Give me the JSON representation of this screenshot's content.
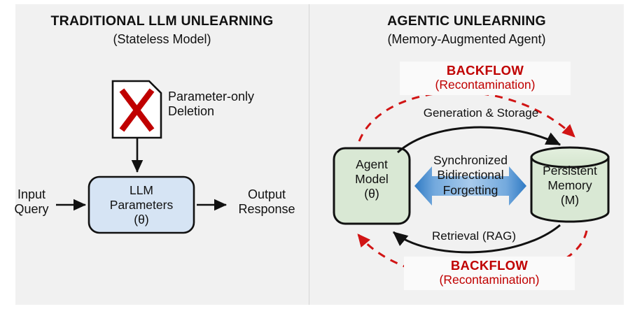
{
  "figure": {
    "background": "#ffffff",
    "panel_background": "#f1f1f1",
    "accent_red": "#c00000",
    "accent_blue": "#3f86d0",
    "node_blue_fill": "#d6e4f4",
    "node_green_fill": "#d9e8d4"
  },
  "left_panel": {
    "title": "TRADITIONAL LLM UNLEARNING",
    "subtitle": "(Stateless Model)",
    "deletion_icon_name": "red-x-document-icon",
    "deletion_label_line1": "Parameter-only",
    "deletion_label_line2": "Deletion",
    "input_line1": "Input",
    "input_line2": "Query",
    "model_line1": "LLM",
    "model_line2": "Parameters",
    "model_line3": "(θ)",
    "output_line1": "Output",
    "output_line2": "Response"
  },
  "right_panel": {
    "title": "AGENTIC UNLEARNING",
    "subtitle": "(Memory-Augmented Agent)",
    "backflow_top": {
      "title": "BACKFLOW",
      "subtitle": "(Recontamination)"
    },
    "backflow_bottom": {
      "title": "BACKFLOW",
      "subtitle": "(Recontamination)"
    },
    "agent_line1": "Agent",
    "agent_line2": "Model",
    "agent_line3": "(θ)",
    "memory_line1": "Persistent",
    "memory_line2": "Memory",
    "memory_line3": "(M)",
    "top_arc_label": "Generation & Storage",
    "bottom_arc_label": "Retrieval (RAG)",
    "bidirectional": {
      "line1": "Synchronized",
      "line2": "Bidirectional",
      "line3": "Forgetting"
    }
  }
}
